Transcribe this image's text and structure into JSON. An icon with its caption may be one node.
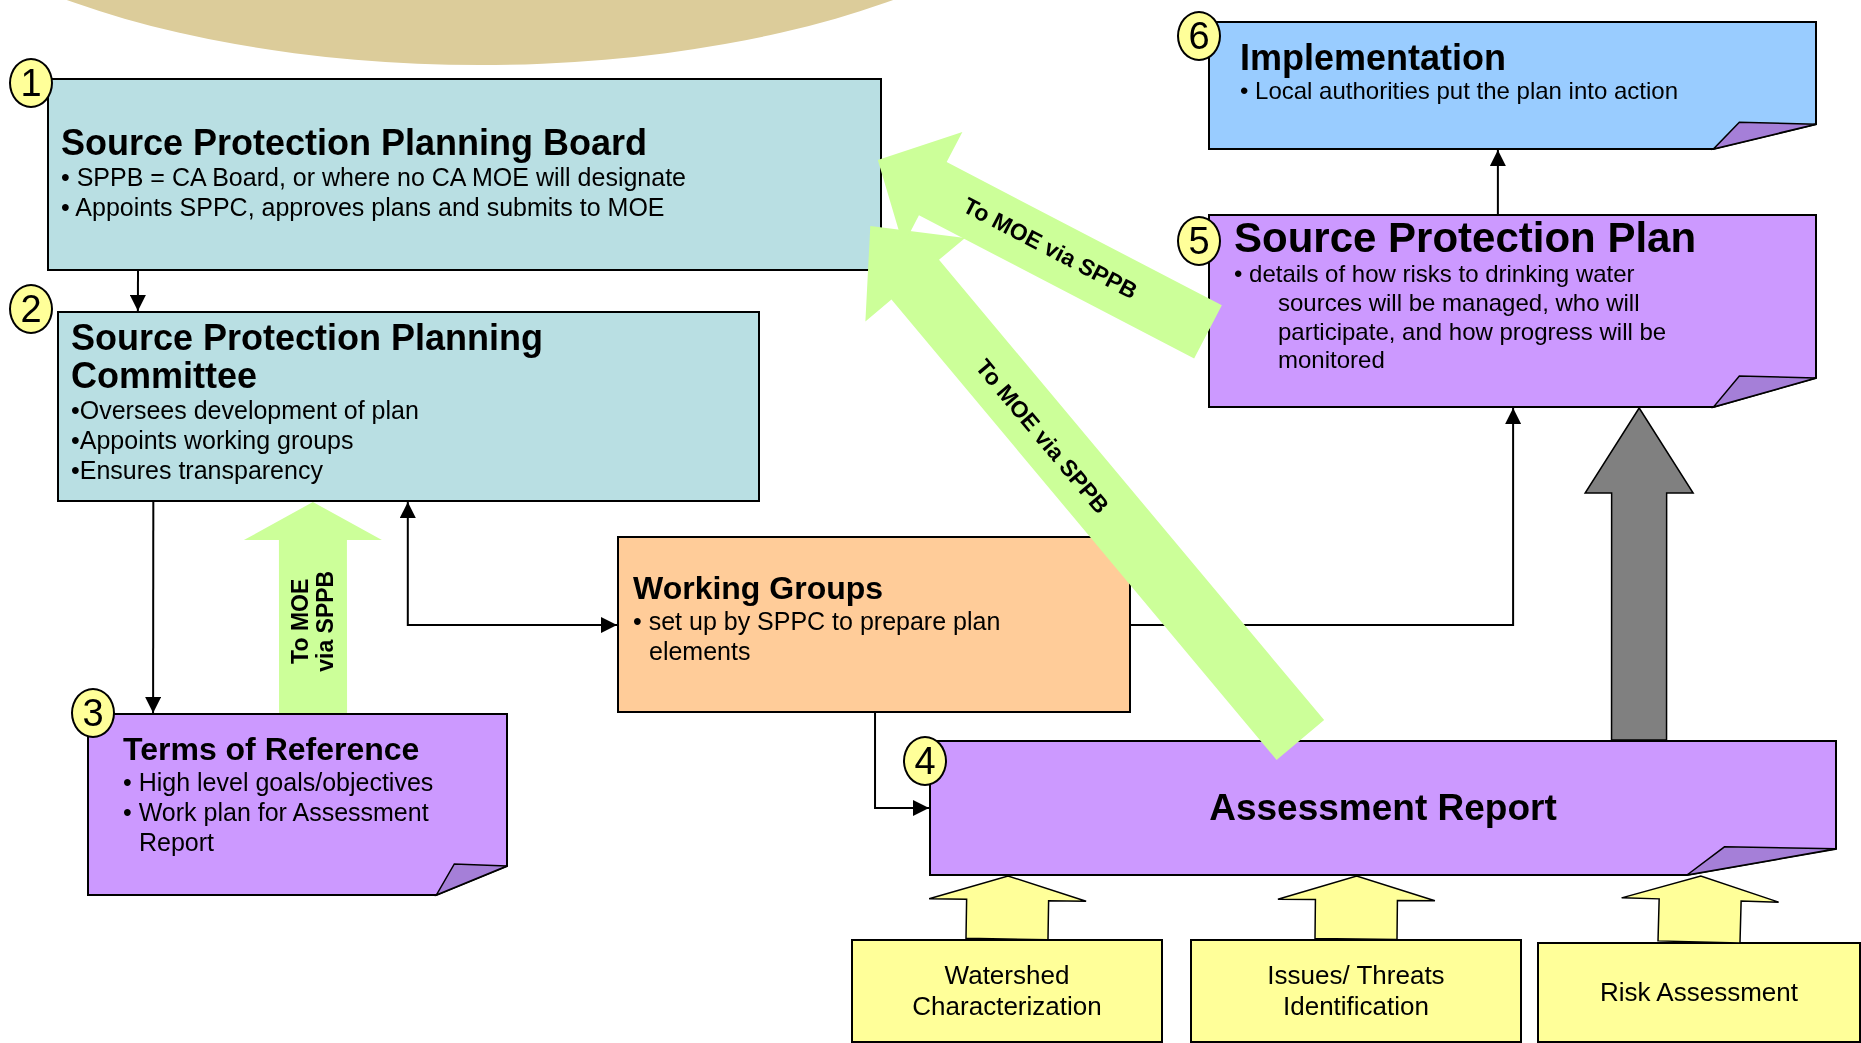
{
  "diagram": {
    "nodes": [
      {
        "text": [
          "Source Protection Planning Board",
          "• SPPB = CA Board, or where no CA MOE will designate",
          "• Appoints SPPC, approves plans and submits to MOE"
        ],
        "beside": [
          "1"
        ]
      },
      {
        "text": [
          "Source Protection Planning Committee",
          "•Oversees development of plan",
          "•Appoints working groups",
          "•Ensures transparency"
        ],
        "beside": [
          "2"
        ]
      },
      {
        "text": [
          "Terms of Reference",
          "• High level goals/objectives",
          "• Work plan for Assessment Report"
        ],
        "beside": [
          "3"
        ]
      },
      {
        "text": [
          "Working Groups",
          "• set up by SPPC to prepare plan elements"
        ]
      },
      {
        "text": [
          "Assessment Report"
        ],
        "beside": [
          "4"
        ]
      },
      {
        "text": [
          "Source Protection Plan",
          "• details of how risks to drinking water sources will be managed, who will participate, and how progress will be monitored"
        ],
        "beside": [
          "5"
        ]
      },
      {
        "text": [
          "Implementation",
          "• Local authorities put the plan into action"
        ],
        "beside": [
          "6"
        ]
      },
      {
        "text": [
          "Watershed Characterization"
        ]
      },
      {
        "text": [
          "Issues/ Threats Identification"
        ]
      },
      {
        "text": [
          "Risk Assessment"
        ]
      }
    ],
    "edges": [
      {
        "from": 0,
        "to": 1,
        "arrow": "to"
      },
      {
        "from": 1,
        "to": 2,
        "arrow": "to"
      },
      {
        "from": 3,
        "to": 1,
        "arrow": "both"
      },
      {
        "from": 3,
        "to": 4,
        "arrow": "to"
      },
      {
        "from": 3,
        "to": 5,
        "arrow": "to"
      },
      {
        "from": 5,
        "to": 6,
        "arrow": "to"
      },
      {
        "from": 2,
        "to": 1,
        "arrow": "to",
        "label": "To MOE via SPPB",
        "style": "thick",
        "color": "#ccff99"
      },
      {
        "from": 4,
        "to": 0,
        "arrow": "to",
        "label": "To MOE via SPPB",
        "style": "thick",
        "color": "#ccff99"
      },
      {
        "from": 5,
        "to": 0,
        "arrow": "to",
        "label": "To MOE via SPPB",
        "style": "thick",
        "color": "#ccff99"
      },
      {
        "from": 4,
        "to": 5,
        "arrow": "to",
        "style": "thick",
        "color": "#808080"
      },
      {
        "from": 7,
        "to": 4,
        "arrow": "to",
        "style": "thick",
        "color": "#ffff99"
      },
      {
        "from": 8,
        "to": 4,
        "arrow": "to",
        "style": "thick",
        "color": "#ffff99"
      },
      {
        "from": 9,
        "to": 4,
        "arrow": "to",
        "style": "thick",
        "color": "#ffff99"
      }
    ]
  }
}
